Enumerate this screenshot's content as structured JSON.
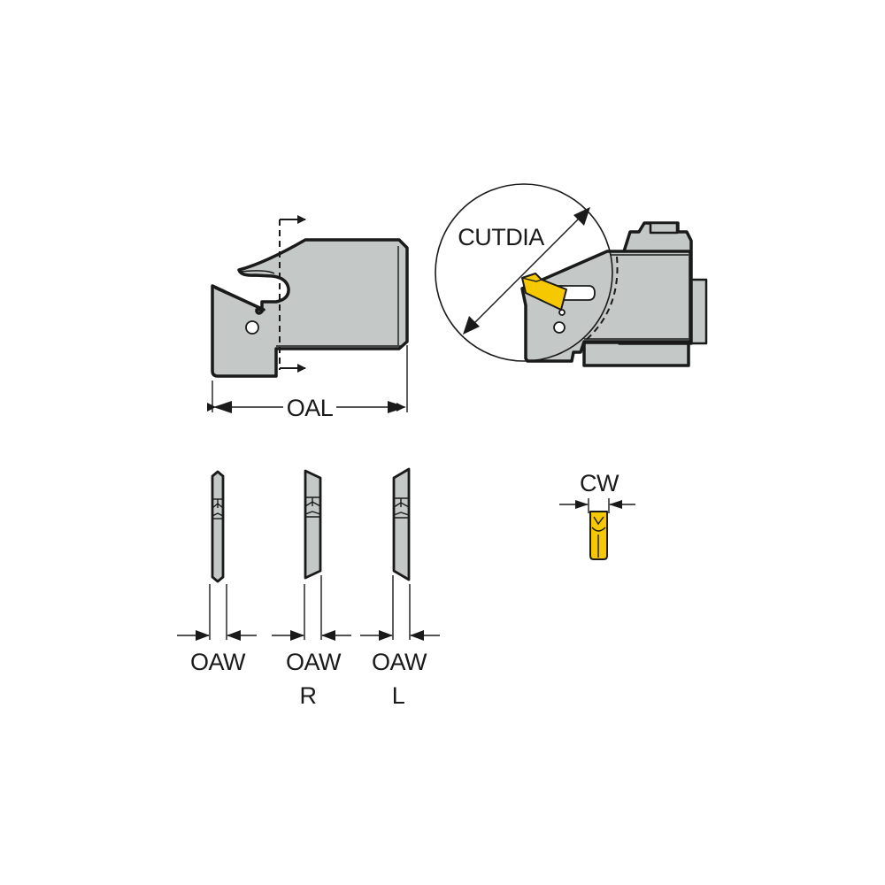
{
  "diagram": {
    "title": "Parting blade dimension drawing",
    "colors": {
      "part_fill": "#c4c8c6",
      "outline": "#1a1a1a",
      "insert_yellow": "#f5c800",
      "background": "#ffffff"
    },
    "side_view": {
      "dimension_label": "OAL"
    },
    "cutting_view": {
      "dimension_label": "CUTDIA"
    },
    "blade_sections": [
      {
        "label": "OAW",
        "sublabel": ""
      },
      {
        "label": "OAW",
        "sublabel": "R"
      },
      {
        "label": "OAW",
        "sublabel": "L"
      }
    ],
    "insert_view": {
      "dimension_label": "CW"
    }
  }
}
